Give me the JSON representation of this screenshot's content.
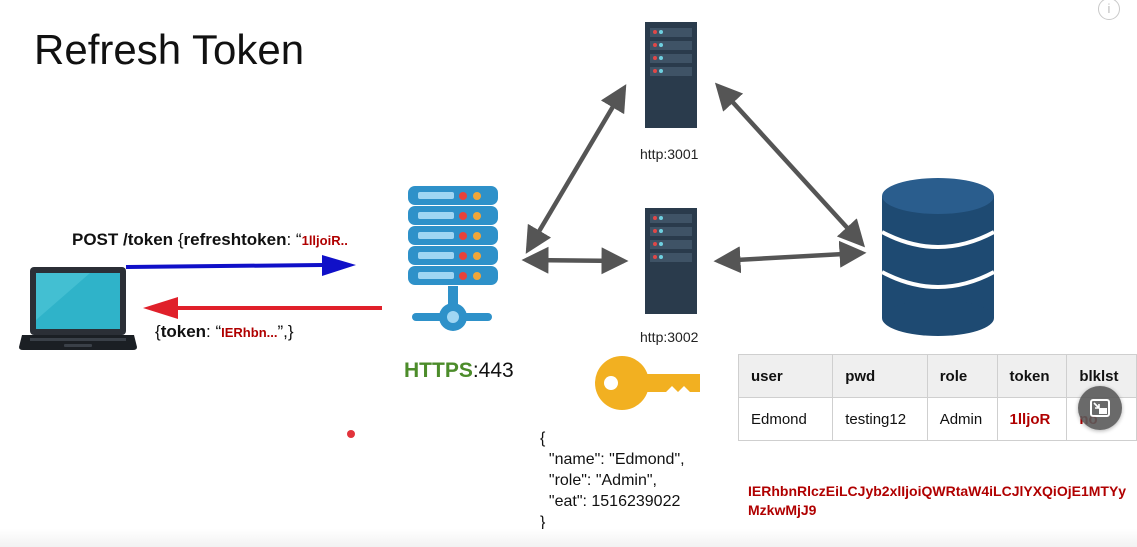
{
  "title": "Refresh Token",
  "request": {
    "method_path": "POST /token",
    "body_open": "{",
    "key": "refreshtoken",
    "sep": ": “",
    "value": "1lljoiR.."
  },
  "response": {
    "open": "{",
    "key": "token",
    "sep": ": “",
    "value": "IERhbn...",
    "close": "”,}"
  },
  "gateway": {
    "scheme": "HTTPS",
    "port": ":443"
  },
  "services": [
    {
      "label": "http:3001"
    },
    {
      "label": "http:3002"
    }
  ],
  "jwt_payload": "{\n  \"name\": \"Edmond\",\n  \"role\": \"Admin\",\n  \"eat\": 1516239022\n}",
  "users_table": {
    "headers": [
      "user",
      "pwd",
      "role",
      "token",
      "blklst"
    ],
    "rows": [
      [
        "Edmond",
        "testing12",
        "Admin",
        "1lljoR",
        "no"
      ]
    ]
  },
  "token_string": "IERhbnRlczEiLCJyb2xlIjoiQWRtaW4iLCJlYXQiOjE1MTYyMzkwMjJ9",
  "colors": {
    "request_arrow": "#1010c8",
    "response_arrow": "#e0202a",
    "link_arrow": "#555555",
    "server_body": "#2e91c9",
    "server_slot": "#9fd6f3",
    "rack": "#2a3b4c",
    "database": "#1e4a72",
    "key": "#f2b021",
    "laptop_screen": "#2fb3c9",
    "accent_red": "#b00000",
    "https_green": "#4c8c2a"
  },
  "icons": [
    "laptop-icon",
    "gateway-server-icon",
    "rack-server-icon",
    "database-icon",
    "key-icon",
    "pip-icon",
    "info-icon"
  ]
}
